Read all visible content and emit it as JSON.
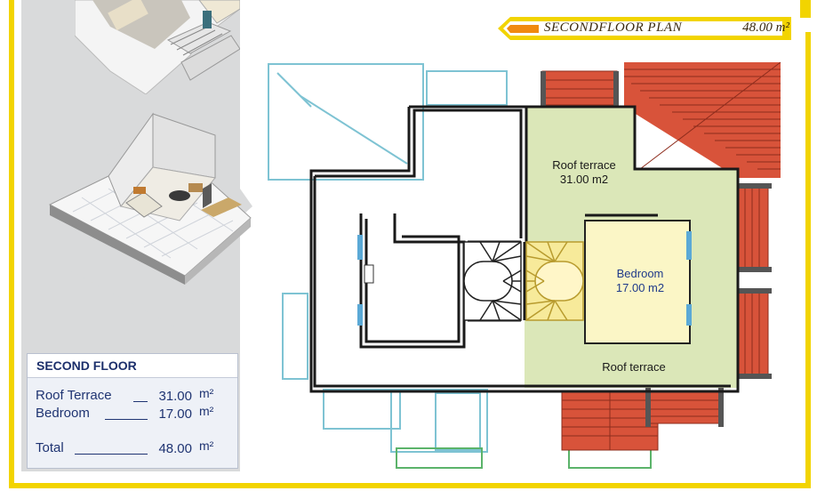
{
  "header": {
    "title": "SECONDFLOOR PLAN",
    "area": "48.00 m²"
  },
  "summary": {
    "title": "SECOND FLOOR",
    "rows": [
      {
        "label": "Roof Terrace",
        "value": "31.00",
        "unit": "m²"
      },
      {
        "label": "Bedroom",
        "value": "17.00",
        "unit": "m²"
      },
      {
        "label": "Total",
        "value": "48.00",
        "unit": "m²"
      }
    ]
  },
  "plan": {
    "rooms": [
      {
        "name": "Roof terrace",
        "area": "31.00 m2"
      },
      {
        "name": "Bedroom",
        "area": "17.00 m2"
      },
      {
        "name": "Roof terrace",
        "area": ""
      }
    ]
  },
  "colors": {
    "frame_yellow": "#f2d400",
    "terrace_green": "#dbe7b8",
    "bedroom_yellow": "#fbf6c6",
    "roof_tiles": "#d8533a",
    "outline_cyan": "#7ec3d3"
  }
}
